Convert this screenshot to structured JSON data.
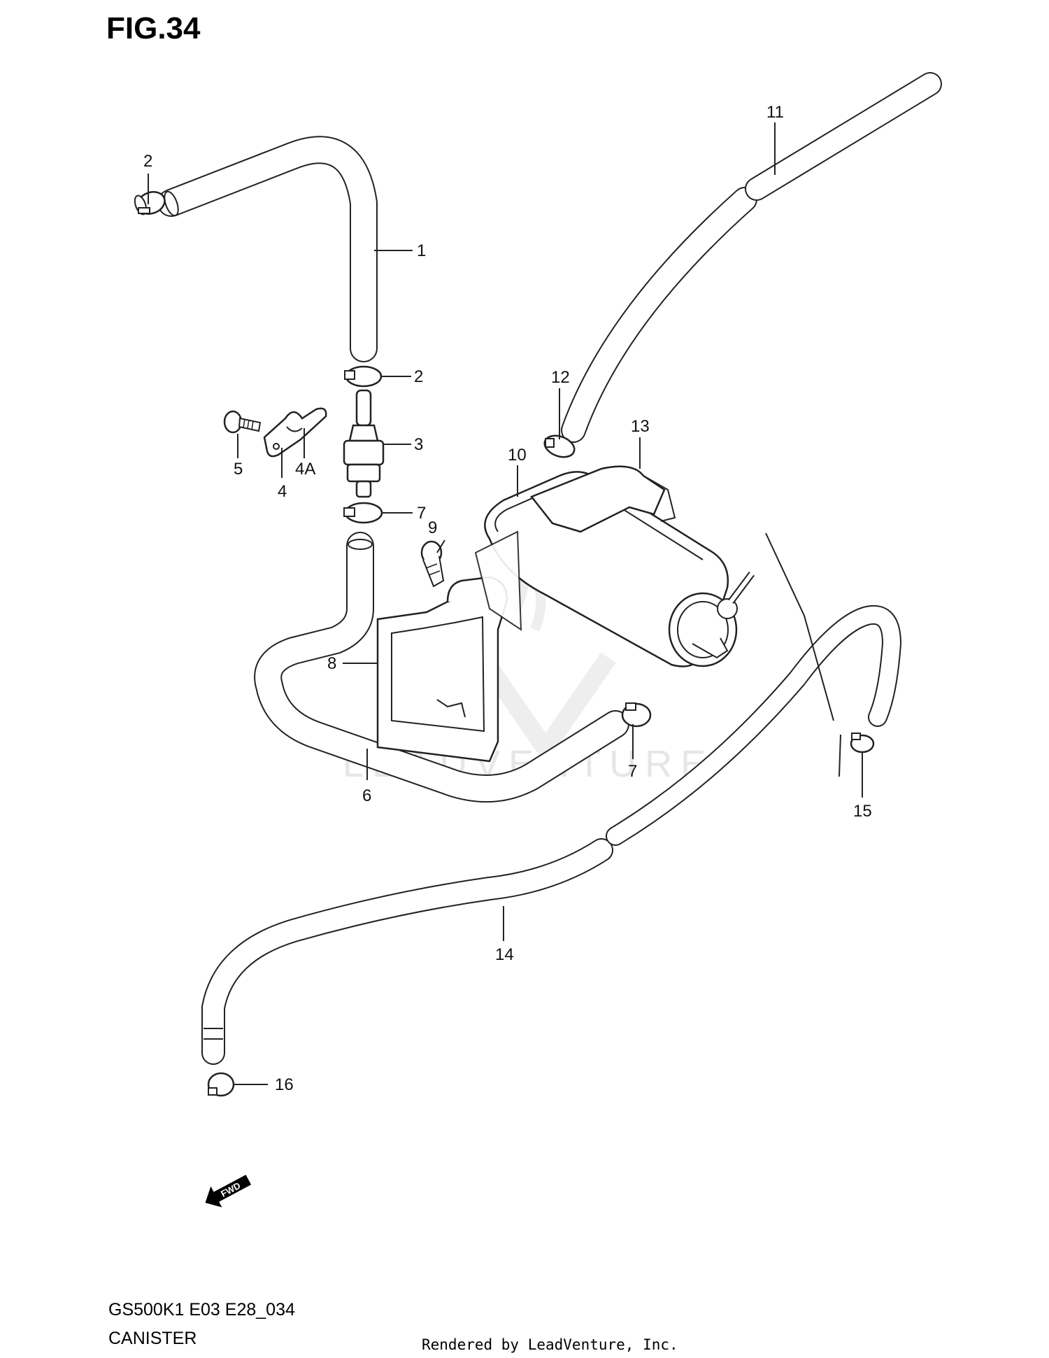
{
  "figure": {
    "title": "FIG.34"
  },
  "model_code": "GS500K1 E03 E28_034",
  "section_name": "CANISTER",
  "render_credit": "Rendered by LeadVenture, Inc.",
  "watermark": "LEADVENTURE",
  "direction_marker": "FWD",
  "callouts": [
    "1",
    "2",
    "2",
    "3",
    "4",
    "4A",
    "5",
    "6",
    "7",
    "7",
    "8",
    "9",
    "10",
    "11",
    "12",
    "13",
    "14",
    "15",
    "16"
  ],
  "colors": {
    "line": "#222222",
    "watermark": "#e6e6e6",
    "background": "#ffffff"
  }
}
